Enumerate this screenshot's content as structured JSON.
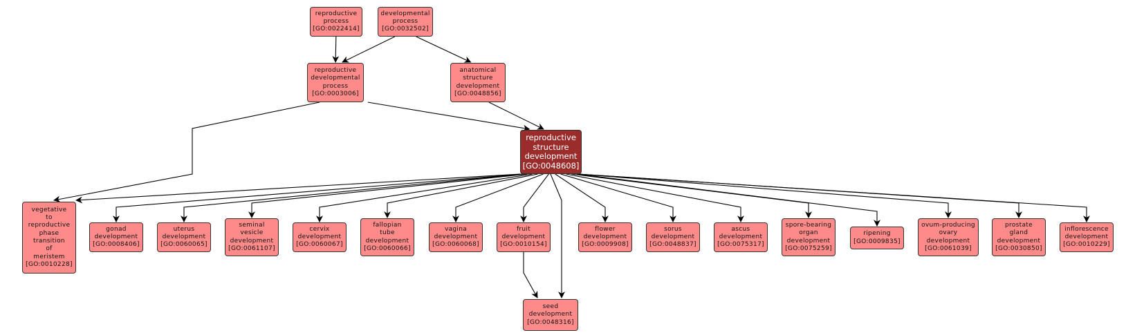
{
  "diagram": {
    "type": "GO term hierarchy",
    "colors": {
      "term_fill": "#ff8a8a",
      "focus_fill": "#9b2c2c",
      "edge": "#000000"
    },
    "nodes": [
      {
        "id": "GO:0022414",
        "lines": [
          "reproductive",
          "process",
          "[GO:0022414]"
        ]
      },
      {
        "id": "GO:0032502",
        "lines": [
          "developmental",
          "process",
          "[GO:0032502]"
        ]
      },
      {
        "id": "GO:0003006",
        "lines": [
          "reproductive",
          "developmental",
          "process",
          "[GO:0003006]"
        ]
      },
      {
        "id": "GO:0048856",
        "lines": [
          "anatomical",
          "structure",
          "development",
          "[GO:0048856]"
        ]
      },
      {
        "id": "GO:0048608",
        "lines": [
          "reproductive",
          "structure",
          "development",
          "[GO:0048608]"
        ],
        "focus": true
      },
      {
        "id": "GO:0010228",
        "lines": [
          "vegetative",
          "to",
          "reproductive",
          "phase",
          "transition",
          "of",
          "meristem",
          "[GO:0010228]"
        ]
      },
      {
        "id": "GO:0008406",
        "lines": [
          "gonad",
          "development",
          "[GO:0008406]"
        ]
      },
      {
        "id": "GO:0060065",
        "lines": [
          "uterus",
          "development",
          "[GO:0060065]"
        ]
      },
      {
        "id": "GO:0061107",
        "lines": [
          "seminal",
          "vesicle",
          "development",
          "[GO:0061107]"
        ]
      },
      {
        "id": "GO:0060067",
        "lines": [
          "cervix",
          "development",
          "[GO:0060067]"
        ]
      },
      {
        "id": "GO:0060066",
        "lines": [
          "fallopian",
          "tube",
          "development",
          "[GO:0060066]"
        ]
      },
      {
        "id": "GO:0060068",
        "lines": [
          "vagina",
          "development",
          "[GO:0060068]"
        ]
      },
      {
        "id": "GO:0010154",
        "lines": [
          "fruit",
          "development",
          "[GO:0010154]"
        ]
      },
      {
        "id": "GO:0009908",
        "lines": [
          "flower",
          "development",
          "[GO:0009908]"
        ]
      },
      {
        "id": "GO:0048837",
        "lines": [
          "sorus",
          "development",
          "[GO:0048837]"
        ]
      },
      {
        "id": "GO:0075317",
        "lines": [
          "ascus",
          "development",
          "[GO:0075317]"
        ]
      },
      {
        "id": "GO:0075259",
        "lines": [
          "spore-bearing",
          "organ",
          "development",
          "[GO:0075259]"
        ]
      },
      {
        "id": "GO:0009835",
        "lines": [
          "ripening",
          "[GO:0009835]"
        ]
      },
      {
        "id": "GO:0061039",
        "lines": [
          "ovum-producing",
          "ovary",
          "development",
          "[GO:0061039]"
        ]
      },
      {
        "id": "GO:0030850",
        "lines": [
          "prostate",
          "gland",
          "development",
          "[GO:0030850]"
        ]
      },
      {
        "id": "GO:0010229",
        "lines": [
          "inflorescence",
          "development",
          "[GO:0010229]"
        ]
      },
      {
        "id": "GO:0048316",
        "lines": [
          "seed",
          "development",
          "[GO:0048316]"
        ]
      }
    ],
    "edges": [
      [
        "GO:0022414",
        "GO:0003006"
      ],
      [
        "GO:0032502",
        "GO:0003006"
      ],
      [
        "GO:0032502",
        "GO:0048856"
      ],
      [
        "GO:0003006",
        "GO:0048608"
      ],
      [
        "GO:0048856",
        "GO:0048608"
      ],
      [
        "GO:0003006",
        "GO:0010228"
      ],
      [
        "GO:0048608",
        "GO:0010228"
      ],
      [
        "GO:0048608",
        "GO:0008406"
      ],
      [
        "GO:0048608",
        "GO:0060065"
      ],
      [
        "GO:0048608",
        "GO:0061107"
      ],
      [
        "GO:0048608",
        "GO:0060067"
      ],
      [
        "GO:0048608",
        "GO:0060066"
      ],
      [
        "GO:0048608",
        "GO:0060068"
      ],
      [
        "GO:0048608",
        "GO:0010154"
      ],
      [
        "GO:0048608",
        "GO:0009908"
      ],
      [
        "GO:0048608",
        "GO:0048837"
      ],
      [
        "GO:0048608",
        "GO:0075317"
      ],
      [
        "GO:0048608",
        "GO:0075259"
      ],
      [
        "GO:0048608",
        "GO:0009835"
      ],
      [
        "GO:0048608",
        "GO:0061039"
      ],
      [
        "GO:0048608",
        "GO:0030850"
      ],
      [
        "GO:0048608",
        "GO:0010229"
      ],
      [
        "GO:0048608",
        "GO:0048316"
      ],
      [
        "GO:0010154",
        "GO:0048316"
      ]
    ]
  }
}
